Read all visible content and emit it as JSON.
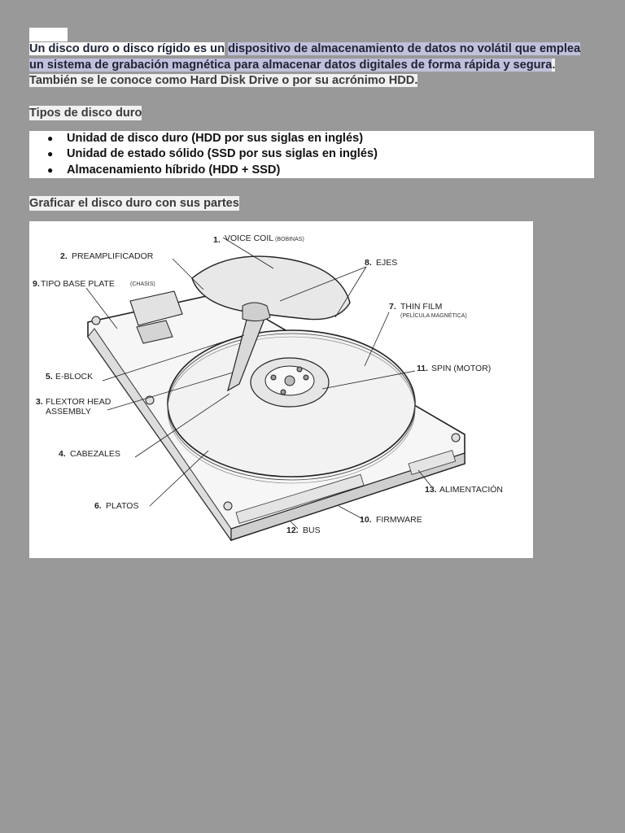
{
  "intro": {
    "part1": "Un disco duro o disco rígido es un",
    "part2": "dispositivo de almacenamiento de datos no volátil que emplea un sistema de grabación magnética para almacenar datos digitales de forma rápida y segura",
    "part3": ". También se le conoce como Hard Disk Drive o por su acrónimo HDD."
  },
  "types": {
    "heading": "Tipos de disco duro",
    "items": [
      "Unidad de disco duro (HDD por sus siglas en inglés)",
      "Unidad de estado sólido (SSD por sus siglas en inglés)",
      "Almacenamiento híbrido (HDD + SSD)"
    ]
  },
  "graph_heading": "Graficar el disco duro con sus partes",
  "diagram_labels": {
    "l1_num": "1.",
    "l1": "VOICE COIL",
    "l1_sub": "(BOBINAS)",
    "l2_num": "2.",
    "l2": "PREAMPLIFICADOR",
    "l9_num": "9.",
    "l9": "TIPO BASE PLATE",
    "l9_sub": "(CHASIS)",
    "l8_num": "8.",
    "l8": "EJES",
    "l7_num": "7.",
    "l7": "THIN FILM",
    "l7_sub": "(PELÍCULA MAGNÉTICA)",
    "l11_num": "11.",
    "l11": "SPIN (MOTOR)",
    "l5_num": "5.",
    "l5": "E-BLOCK",
    "l3_num": "3.",
    "l3a": "FLEXTOR HEAD",
    "l3b": "ASSEMBLY",
    "l4_num": "4.",
    "l4": "CABEZALES",
    "l6_num": "6.",
    "l6": "PLATOS",
    "l13_num": "13.",
    "l13": "ALIMENTACIÓN",
    "l10_num": "10.",
    "l10": "FIRMWARE",
    "l12_num": "12.",
    "l12": "BUS"
  }
}
